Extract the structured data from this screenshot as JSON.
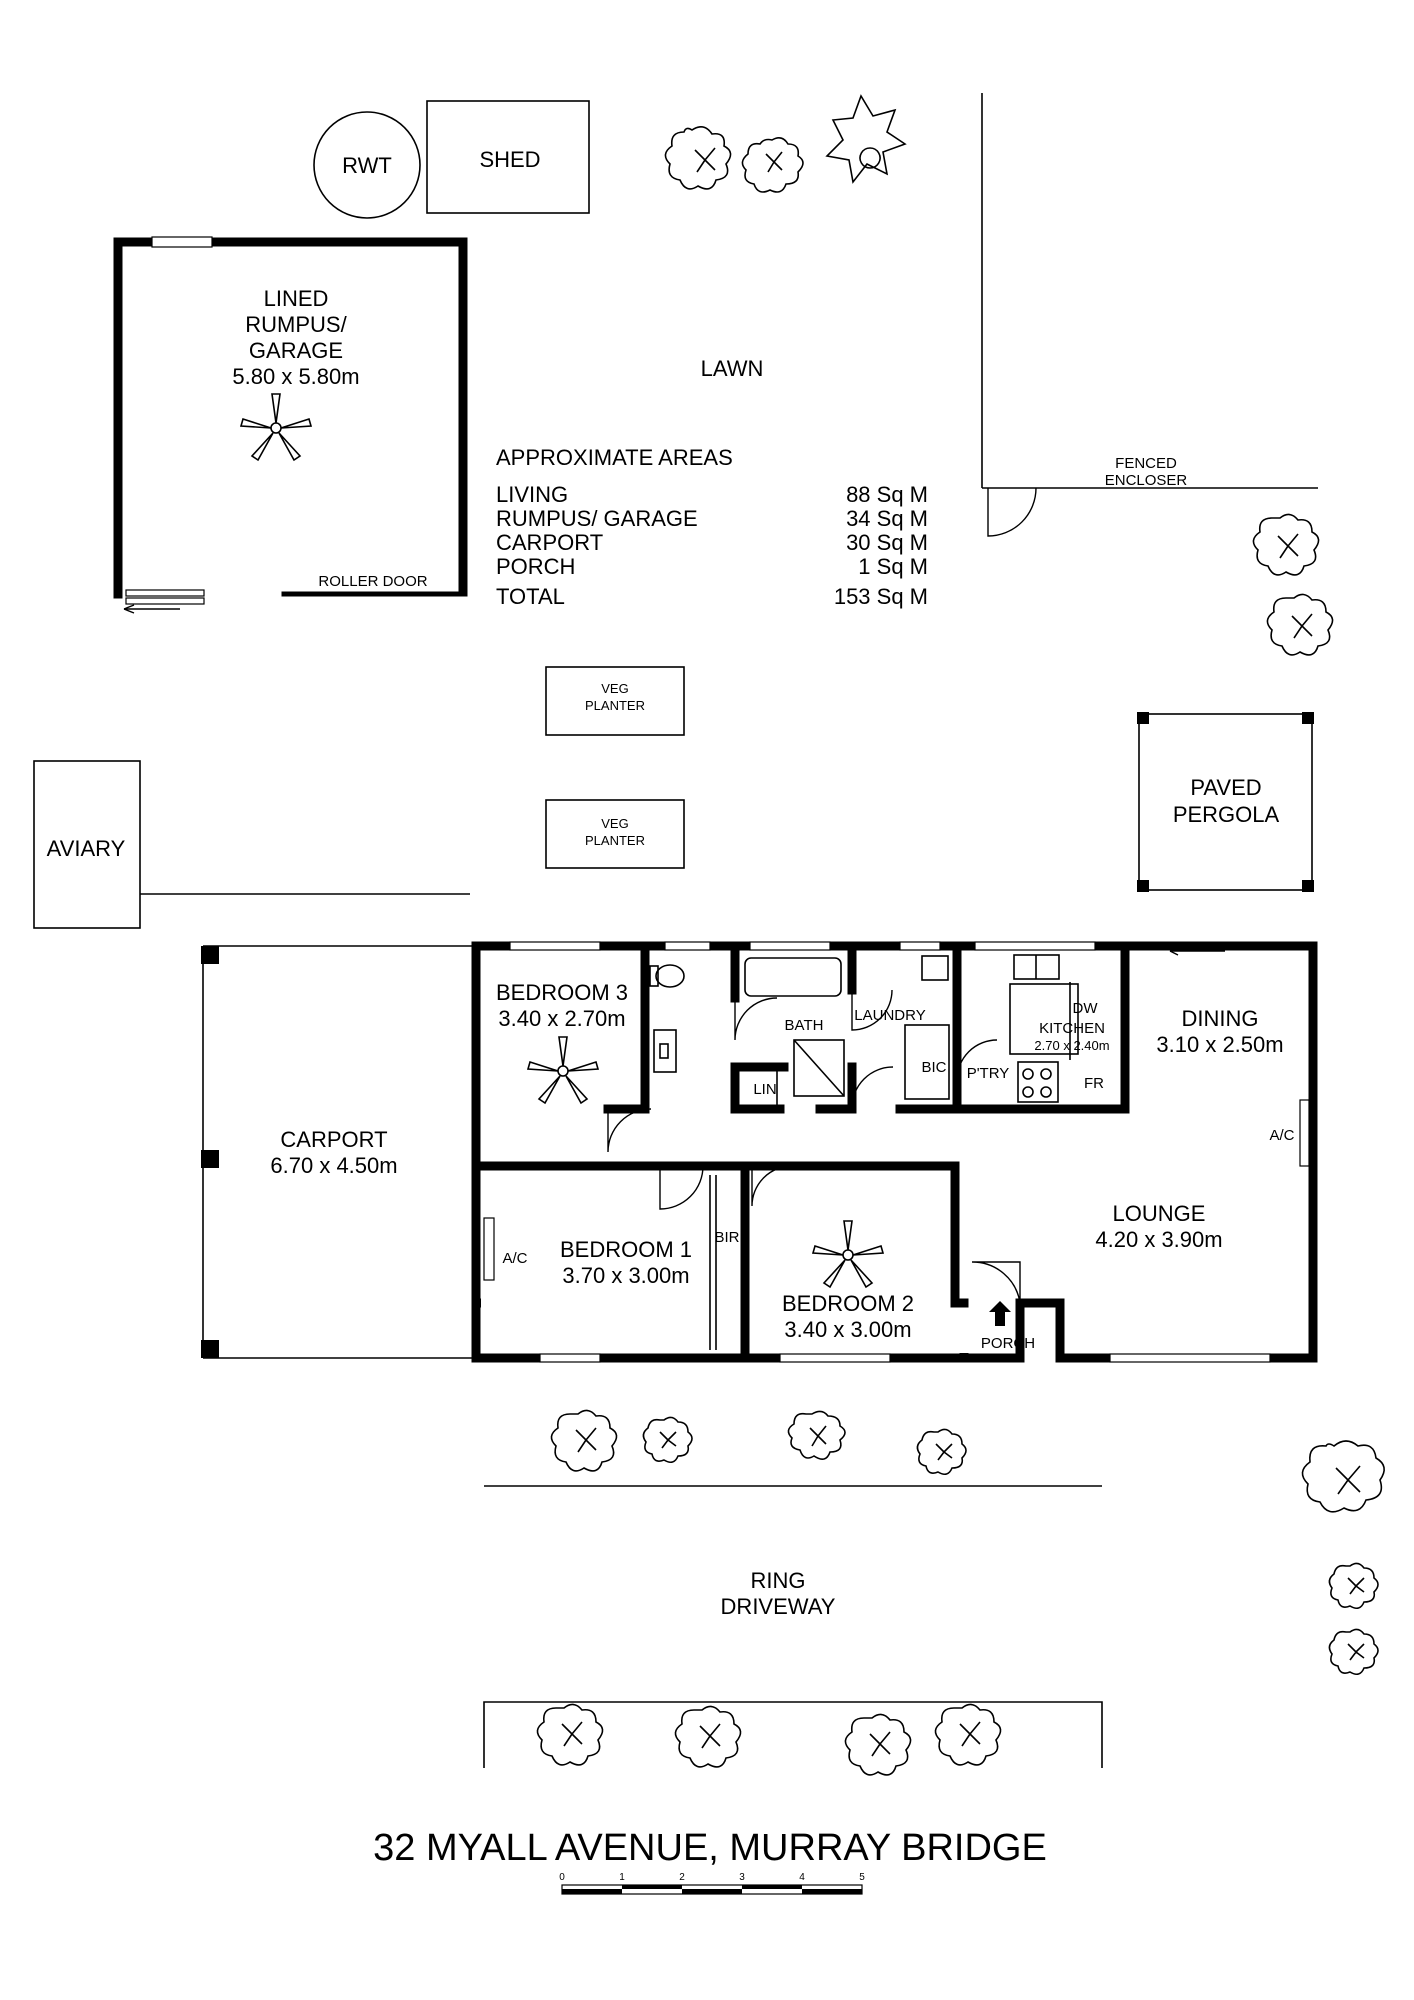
{
  "address": "32 MYALL AVENUE, MURRAY BRIDGE",
  "outdoor": {
    "rwt": "RWT",
    "shed": "SHED",
    "lawn": "LAWN",
    "fenced_1": "FENCED",
    "fenced_2": "ENCLOSER",
    "veg1_1": "VEG",
    "veg1_2": "PLANTER",
    "veg2_1": "VEG",
    "veg2_2": "PLANTER",
    "aviary": "AVIARY",
    "pergola_1": "PAVED",
    "pergola_2": "PERGOLA",
    "driveway_1": "RING",
    "driveway_2": "DRIVEWAY"
  },
  "garage": {
    "line1": "LINED",
    "line2": "RUMPUS/",
    "line3": "GARAGE",
    "dims": "5.80 x 5.80m",
    "roller": "ROLLER DOOR"
  },
  "areas": {
    "title": "APPROXIMATE AREAS",
    "rows": [
      {
        "name": "LIVING",
        "value": "88 Sq M"
      },
      {
        "name": "RUMPUS/ GARAGE",
        "value": "34 Sq M"
      },
      {
        "name": "CARPORT",
        "value": "30 Sq M"
      },
      {
        "name": "PORCH",
        "value": "1 Sq M"
      }
    ],
    "total_name": "TOTAL",
    "total_value": "153 Sq M"
  },
  "rooms": {
    "carport_name": "CARPORT",
    "carport_dims": "6.70 x 4.50m",
    "bed3_name": "BEDROOM 3",
    "bed3_dims": "3.40 x 2.70m",
    "bath": "BATH",
    "lin": "LIN",
    "laundry": "LAUNDRY",
    "bic": "BIC",
    "dw": "DW",
    "kitchen_name": "KITCHEN",
    "kitchen_dims": "2.70 x 2.40m",
    "ptry": "P'TRY",
    "fr": "FR",
    "dining_name": "DINING",
    "dining_dims": "3.10 x 2.50m",
    "ac_lounge": "A/C",
    "lounge_name": "LOUNGE",
    "lounge_dims": "4.20 x 3.90m",
    "bed1_name": "BEDROOM 1",
    "bed1_dims": "3.70 x 3.00m",
    "ac_bed1": "A/C",
    "bir": "BIR",
    "bed2_name": "BEDROOM 2",
    "bed2_dims": "3.40 x 3.00m",
    "porch": "PORCH"
  },
  "scale": {
    "ticks": [
      "0",
      "1",
      "2",
      "3",
      "4",
      "5"
    ]
  }
}
